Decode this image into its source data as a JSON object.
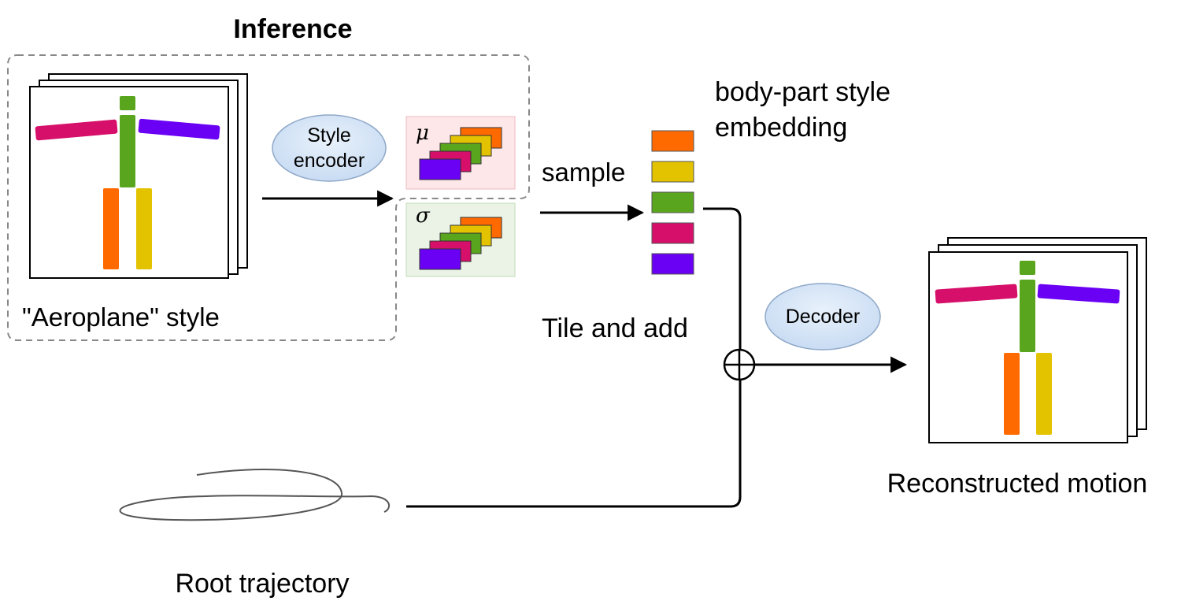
{
  "diagram": {
    "title": "Inference",
    "input_label": "\"Aeroplane\" style",
    "style_encoder": {
      "line1": "Style",
      "line2": "encoder"
    },
    "mu_symbol": "μ",
    "sigma_symbol": "σ",
    "sample_label": "sample",
    "embedding_label": {
      "line1": "body-part style",
      "line2": "embedding"
    },
    "tile_label": "Tile and add",
    "decoder_label": "Decoder",
    "output_label": "Reconstructed motion",
    "trajectory_label": "Root trajectory"
  },
  "colors": {
    "head": "#5aa51e",
    "torso": "#5aa51e",
    "left_arm": "#d6106a",
    "right_arm": "#6a00f4",
    "left_leg": "#ff6a00",
    "right_leg": "#e3c300",
    "mu_box_fill": "#fde7e9",
    "sigma_box_fill": "#eaf3e6",
    "ellipse_fill": "#d6e6f7",
    "embedding_order": [
      "#ff6a00",
      "#e3c300",
      "#5aa51e",
      "#d6106a",
      "#6a00f4"
    ]
  },
  "icons": {
    "sum": "circle-plus-icon"
  }
}
